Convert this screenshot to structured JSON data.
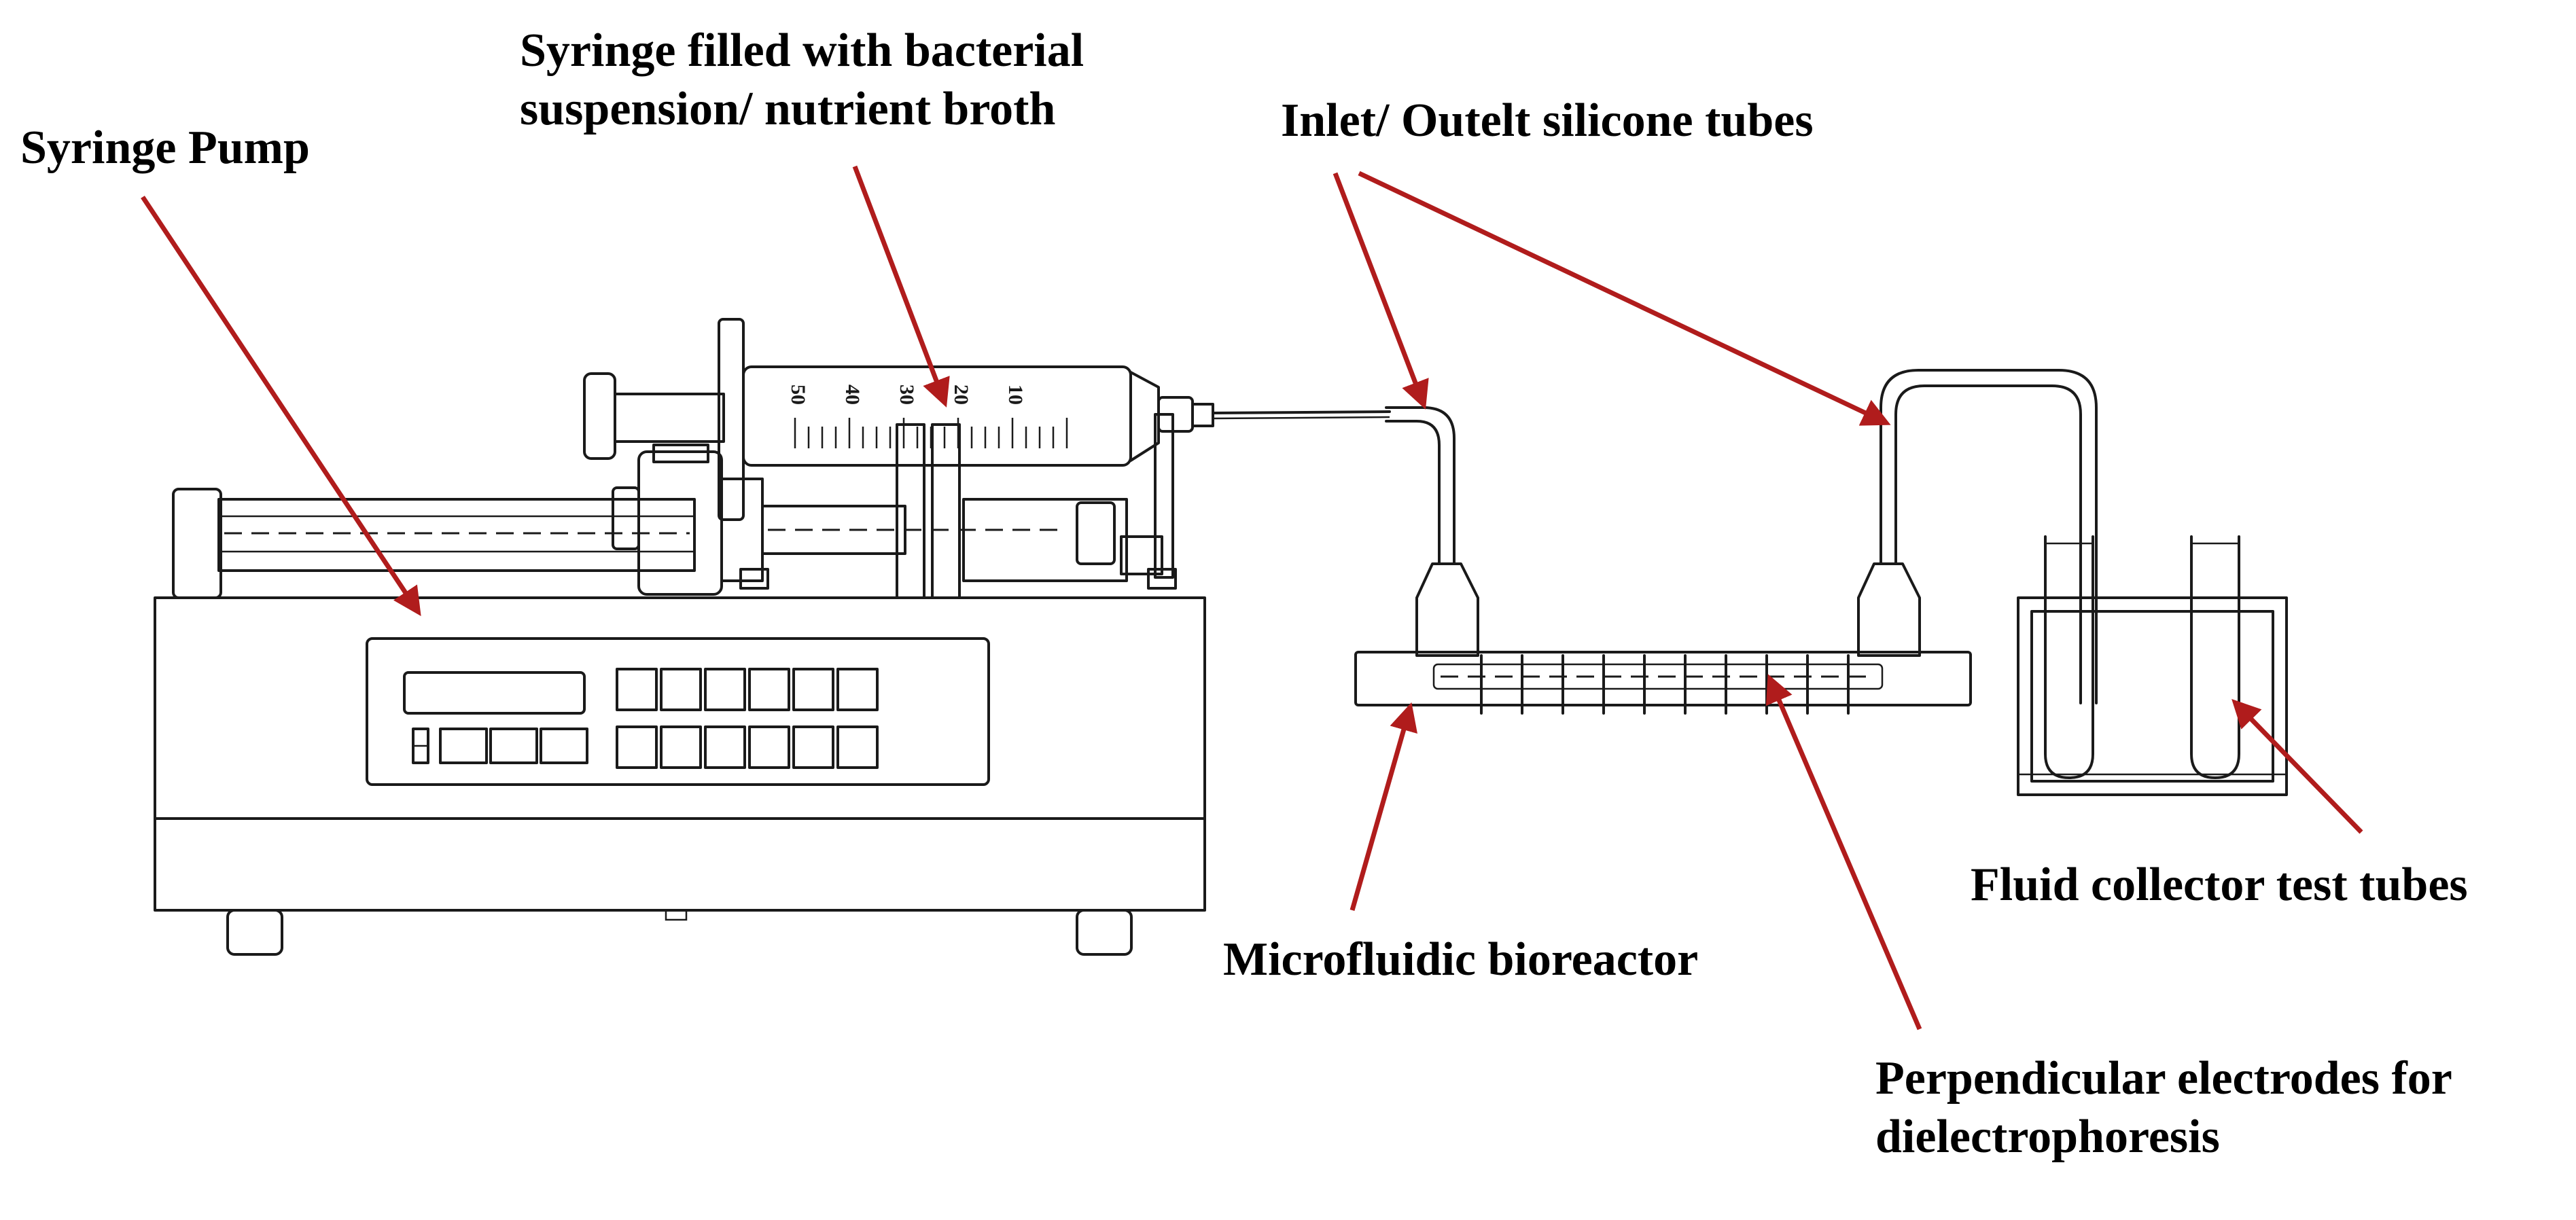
{
  "labels": {
    "syringe_pump": "Syringe Pump",
    "syringe_line1": "Syringe filled with bacterial",
    "syringe_line2": "suspension/ nutrient broth",
    "tubes": "Inlet/ Outelt silicone tubes",
    "bioreactor": "Microfluidic bioreactor",
    "collector": "Fluid collector test tubes",
    "electrodes_line1": "Perpendicular electrodes for",
    "electrodes_line2": "dielectrophoresis"
  },
  "syringe_scale": [
    "50",
    "40",
    "30",
    "20",
    "10"
  ],
  "colors": {
    "arrow": "#b01c1c",
    "line_art": "#1a1a1a",
    "text": "#000000",
    "background": "#ffffff"
  }
}
